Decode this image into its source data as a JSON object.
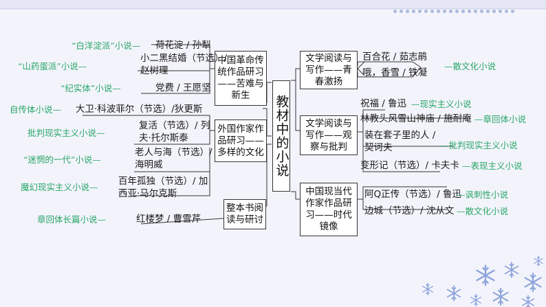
{
  "center": "教材中的小说",
  "left_branches": [
    {
      "label_lines": [
        "中国革命传",
        "统作品研习",
        "——苦难与",
        "新生"
      ]
    },
    {
      "label_lines": [
        "外国作家作",
        "品研习——",
        "多样的文化"
      ]
    },
    {
      "label_lines": [
        "整本书阅",
        "读与研讨"
      ]
    }
  ],
  "right_branches": [
    {
      "label_lines": [
        "文学阅读与",
        "写作——青",
        "春激扬"
      ]
    },
    {
      "label_lines": [
        "文学阅读与",
        "写作——观",
        "察与批判"
      ]
    },
    {
      "label_lines": [
        "中国现当代",
        "作家作品研",
        "习——时代",
        "镜像"
      ]
    }
  ],
  "left_items": {
    "baiyangdian": {
      "tag": "“白洋淀派”小说—",
      "work": "荷花淀 / 孙犁"
    },
    "shanyaodan": {
      "tag": "“山药蛋派”小说—",
      "work_lines": [
        "小二黑结婚（节选）/",
        "赵树理"
      ]
    },
    "jishiti": {
      "tag": "“纪实体”小说—",
      "work": "党费 / 王愿坚"
    },
    "zizhuanti": {
      "tag": "自传体小说—",
      "work": "大卫·科波菲尔（节选）/狄更斯"
    },
    "pipan1": {
      "tag": "批判现实主义小说—",
      "work_lines": [
        "复活（节选）/ 列",
        "夫·托尔斯泰"
      ]
    },
    "mitang": {
      "tag": "“迷惘的一代”小说—",
      "work_lines": [
        "老人与海（节选）/",
        "海明威"
      ]
    },
    "mohuan": {
      "tag": "魔幻现实主义小说—",
      "work_lines": [
        "百年孤独（节选）/ 加",
        "西亚·马尔克斯"
      ]
    },
    "zhanghui1": {
      "tag": "章回体长篇小说—",
      "work": "红楼梦 / 曹雪芹"
    }
  },
  "right_items": {
    "baihehua": {
      "work_lines": [
        "百合花 / 茹志鹃",
        "哦，香雪 / 铁凝"
      ],
      "tag": "—散文化小说"
    },
    "zhufu": {
      "work": "祝福 / 鲁迅",
      "tag": "—现实主义小说"
    },
    "linjiaotou": {
      "work": "林教头风雪山神庙 / 施耐庵",
      "tag": "—章回体小说"
    },
    "zhuangzai": {
      "work_lines": [
        "装在套子里的人 /",
        "契诃夫"
      ],
      "tag": "—批判现实主义小说"
    },
    "bianxingji": {
      "work": "变形记（节选）/ 卡夫卡",
      "tag": "—表现主义小说"
    },
    "aq": {
      "work": "阿Q正传（节选）/ 鲁迅",
      "tag": "—讽刺性小说"
    },
    "biancheng": {
      "work": "边城（节选）/ 沈从文",
      "tag": "—散文化小说"
    }
  },
  "colors": {
    "tag_green": "#2aa66a",
    "line": "#333333",
    "background": "#f3f4fb",
    "snowflake": "#8ea4dc"
  },
  "decor": {
    "snowflake_icon": "snowflake-icon"
  }
}
